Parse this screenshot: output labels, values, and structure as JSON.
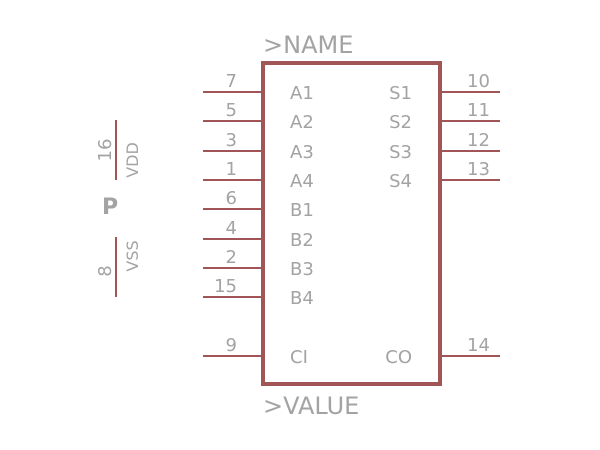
{
  "symbol": {
    "name_placeholder": ">NAME",
    "value_placeholder": ">VALUE",
    "body_color": "#a05656",
    "pin_color": "#a05656",
    "text_color": "#a3a3a3",
    "left_pins": [
      {
        "number": "7",
        "name": "A1"
      },
      {
        "number": "5",
        "name": "A2"
      },
      {
        "number": "3",
        "name": "A3"
      },
      {
        "number": "1",
        "name": "A4"
      },
      {
        "number": "6",
        "name": "B1"
      },
      {
        "number": "4",
        "name": "B2"
      },
      {
        "number": "2",
        "name": "B3"
      },
      {
        "number": "15",
        "name": "B4"
      },
      {
        "number": "9",
        "name": "CI"
      }
    ],
    "right_pins": [
      {
        "number": "10",
        "name": "S1"
      },
      {
        "number": "11",
        "name": "S2"
      },
      {
        "number": "12",
        "name": "S3"
      },
      {
        "number": "13",
        "name": "S4"
      },
      {
        "number": "14",
        "name": "CO"
      }
    ]
  },
  "power": {
    "label": "P",
    "pins": [
      {
        "number": "16",
        "name": "VDD"
      },
      {
        "number": "8",
        "name": "VSS"
      }
    ]
  }
}
